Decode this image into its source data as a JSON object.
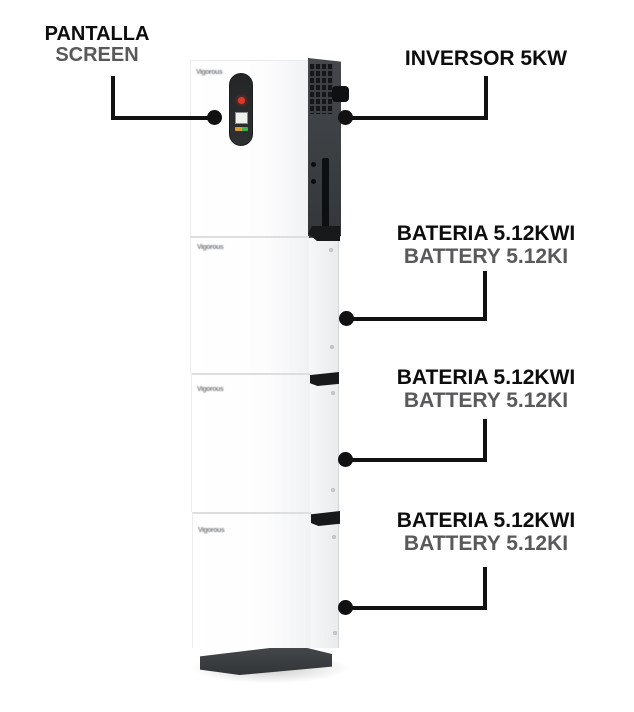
{
  "callouts": {
    "screen": {
      "line1": "PANTALLA",
      "line2": "SCREEN"
    },
    "inverter": {
      "line1": "INVERSOR 5KW"
    },
    "batteries": [
      {
        "line1": "BATERIA 5.12KWI",
        "line2": "BATTERY 5.12KI"
      },
      {
        "line1": "BATERIA 5.12KWI",
        "line2": "BATTERY 5.12KI"
      },
      {
        "line1": "BATERIA 5.12KWI",
        "line2": "BATTERY 5.12KI"
      }
    ]
  },
  "device": {
    "brand_text": "Vigorous",
    "modules": [
      "inverter-5kw",
      "battery-1",
      "battery-2",
      "battery-3"
    ]
  },
  "colors": {
    "label_primary": "#0d0d0d",
    "label_secondary": "#58595b",
    "leader_line": "#111111",
    "inverter_side_panel": "#3c4043",
    "vent": "#151617",
    "base": "#3a3d40",
    "led_red": "#e03726",
    "led_orange": "#e09a2b",
    "led_green": "#43b14b"
  }
}
